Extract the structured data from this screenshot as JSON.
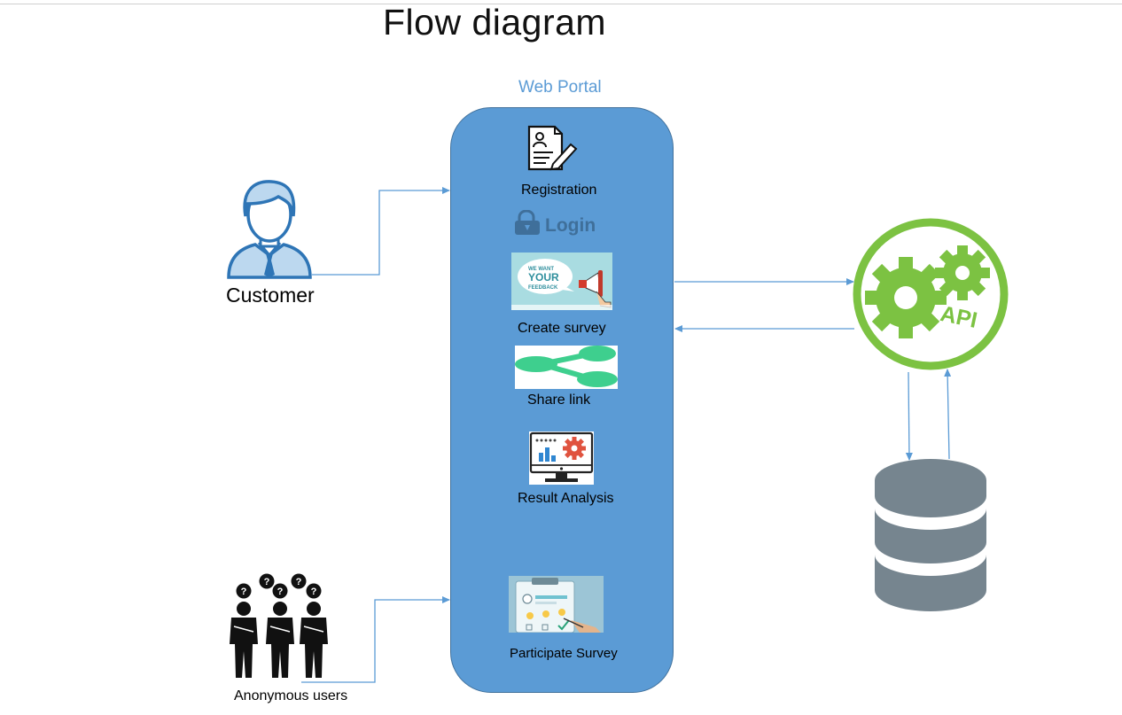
{
  "title": "Flow diagram",
  "portal": {
    "label": "Web Portal",
    "steps": {
      "registration": "Registration",
      "login": "Login",
      "feedback_banner": [
        "WE WANT",
        "YOUR",
        "FEEDBACK"
      ],
      "create_survey": "Create survey",
      "share_link": "Share link",
      "result_analysis": "Result Analysis",
      "participate_survey": "Participate Survey"
    }
  },
  "actors": {
    "customer": "Customer",
    "anonymous": "Anonymous users"
  },
  "api": {
    "label": "API"
  },
  "colors": {
    "portal_fill": "#5b9bd5",
    "portal_border": "#41719c",
    "arrow": "#5b9bd5",
    "api_green": "#7cc242",
    "database": "#76858f",
    "share_green": "#3ecf8e"
  }
}
